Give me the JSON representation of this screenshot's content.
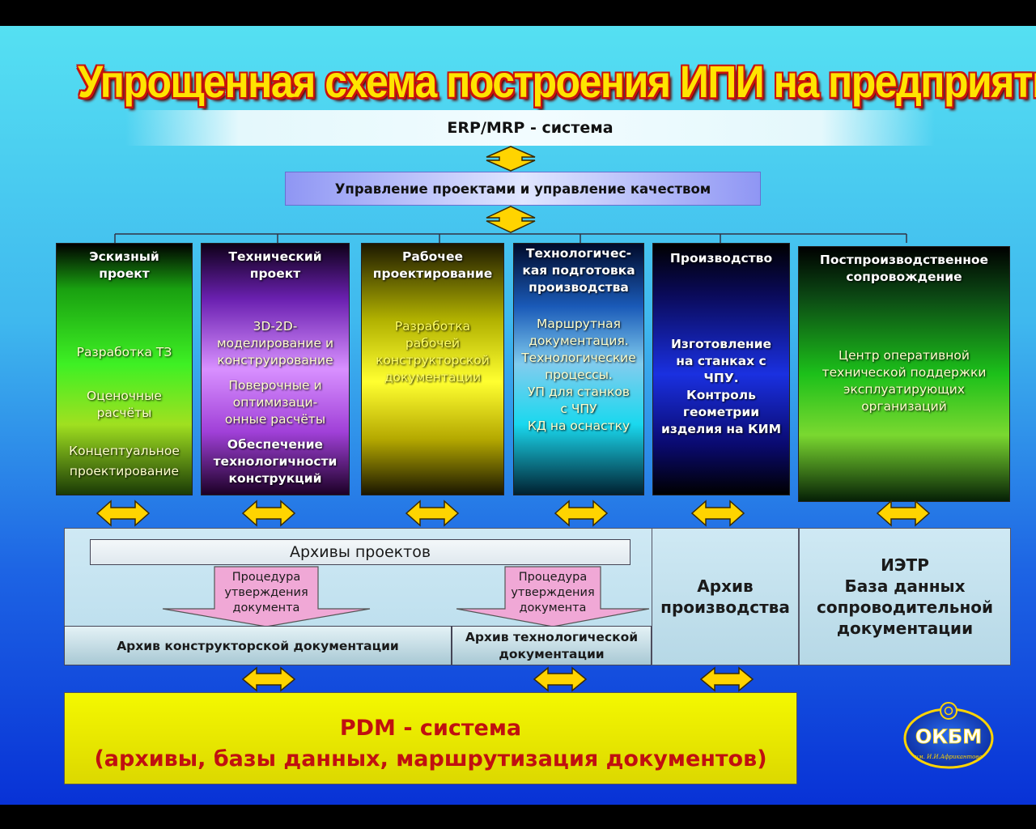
{
  "title": "Упрощенная схема построения ИПИ на предприятии",
  "erp": "ERP/MRP - система",
  "quality": "Управление проектами и управление качеством",
  "columns": [
    {
      "header": [
        "Эскизный",
        "проект"
      ],
      "items": [
        "Разработка ТЗ",
        "Оценочные",
        "расчёты",
        "Концептуальное",
        "проектирование"
      ]
    },
    {
      "header": [
        "Технический",
        "проект"
      ],
      "items": [
        "3D-2D-",
        "моделирование и",
        "конструирование",
        "Поверочные и",
        "оптимизаци-",
        "онные расчёты",
        "Обеспечение",
        "технологичности",
        "конструкций"
      ]
    },
    {
      "header": [
        "Рабочее",
        "проектирование"
      ],
      "items": [
        "Разработка",
        "рабочей",
        "конструкторской",
        "документации"
      ]
    },
    {
      "header": [
        "Технологичес-",
        "кая подготовка",
        "производства"
      ],
      "items": [
        "Маршрутная",
        "документация.",
        "Технологические",
        "процессы.",
        "УП для станков",
        "с ЧПУ",
        "КД на оснастку"
      ]
    },
    {
      "header": [
        "Производство"
      ],
      "items": [
        "Изготовление",
        "на станках с",
        "ЧПУ.",
        "Контроль",
        "геометрии",
        "изделия на КИМ"
      ]
    },
    {
      "header": [
        "Постпроизводственное",
        "сопровождение"
      ],
      "items": [
        "Центр оперативной",
        "технической поддержки",
        "эксплуатирующих",
        "организаций"
      ]
    }
  ],
  "archives": {
    "projects": "Архивы проектов",
    "approval": [
      "Процедура",
      "утверждения",
      "документа"
    ],
    "kd": "Архив конструкторской документации",
    "tech": [
      "Архив технологической",
      "документации"
    ],
    "production": [
      "Архив",
      "производства"
    ],
    "ietr": [
      "ИЭТР",
      "База данных",
      "сопроводительной",
      "документации"
    ]
  },
  "pdm": {
    "line1": "PDM - система",
    "line2": "(архивы, базы данных, маршрутизация документов)"
  },
  "logo": {
    "text": "ОКБМ",
    "subtitle": "им. И.И.Африкантова"
  },
  "colors": {
    "arrow_fill": "#ffd400",
    "arrow_stroke": "#3a2a00",
    "pdm_text": "#c01010",
    "title_fill": "#ffe400",
    "title_stroke": "#c8120c"
  }
}
